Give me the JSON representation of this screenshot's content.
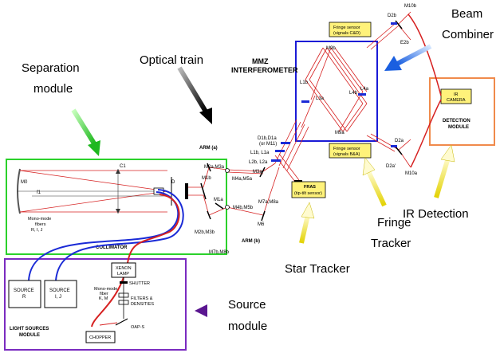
{
  "callouts": {
    "separation_module": [
      "Separation",
      "module"
    ],
    "optical_train": "Optical train",
    "beam_combiner": [
      "Beam",
      "Combiner"
    ],
    "ir_detection": "IR Detection",
    "fringe_tracker": [
      "Fringe",
      "Tracker"
    ],
    "star_tracker": "Star Tracker",
    "source_module": [
      "Source",
      "module"
    ]
  },
  "modules": {
    "mmz_interferometer": [
      "MMZ",
      "INTERFEROMETER"
    ],
    "collimator": "COLLIMATOR",
    "light_sources_module": [
      "LIGHT SOURCES",
      "MODULE"
    ],
    "detection_module": [
      "DETECTION",
      "MODULE"
    ],
    "ir_camera": [
      "IR",
      "CAMERA"
    ],
    "fras": [
      "FRAS",
      "(tip-tilt sensor)"
    ],
    "fringe_sensor_top": [
      "Fringe sensor",
      "(signals C&D)"
    ],
    "fringe_sensor_bottom": [
      "Fringe sensor",
      "(signals B&A)"
    ],
    "source_r": [
      "SOURCE",
      "R"
    ],
    "source_ij": [
      "SOURCE",
      "I, J"
    ],
    "xenon_lamp": [
      "XENON",
      "LAMP"
    ],
    "chopper": "CHOPPER",
    "shutter": "SHUTTER",
    "filters": [
      "FILTERS &",
      "DENSITIES"
    ],
    "fibers_collimator": [
      "Mono-mode",
      "fibers",
      "R, I, J"
    ],
    "fibers_source": [
      "Mono-mode",
      "fiber",
      "K, M"
    ],
    "oap": "OAP-S",
    "arm_a": "ARM (a)",
    "arm_b": "ARM (b)"
  },
  "optics_labels": {
    "m0": "M0",
    "f1": "f1",
    "c1": "C1",
    "d": "D",
    "m1b": "M1b",
    "m1a": "M1a",
    "m2a_m3a": "M2a,M3a",
    "m2b_m3b": "M2b,M3b",
    "m4a_m5a": "M4a,M5a",
    "m4b_m5b": "M4b,M5b",
    "m3a": "M3a",
    "m6": "M6",
    "m7a_m8a": "M7a,M8a",
    "m7b_m8b": "M7b,M8b",
    "d1": [
      "D1b,D1a",
      "(or M11)"
    ],
    "l2": "L2b, L2a",
    "l1": "L1b, L1a",
    "m9b": "M9b",
    "m9a": "M9a",
    "l1b": "L1b",
    "l3a": "L3a",
    "l4b": "L4b",
    "l4a": "L4a",
    "d2b": "D2b",
    "e2b": "E2b",
    "m10b": "M10b",
    "d2a": "D2a",
    "d2a2": "D2a'",
    "m10a": "M10a"
  },
  "colors": {
    "beam": "#d62020",
    "fiber_blue": "#1a2ad6",
    "green_box": "#2bd12b",
    "purple_box": "#7a2bc0",
    "blue_box": "#1a1ad6",
    "orange_box": "#f08a4b",
    "yellow_box": "#fff27a",
    "arrow_green": "#3ad12a",
    "arrow_blue": "#2a6ee6",
    "arrow_purple": "#6a1fa0",
    "arrow_yellow": "#e6dc1a"
  }
}
